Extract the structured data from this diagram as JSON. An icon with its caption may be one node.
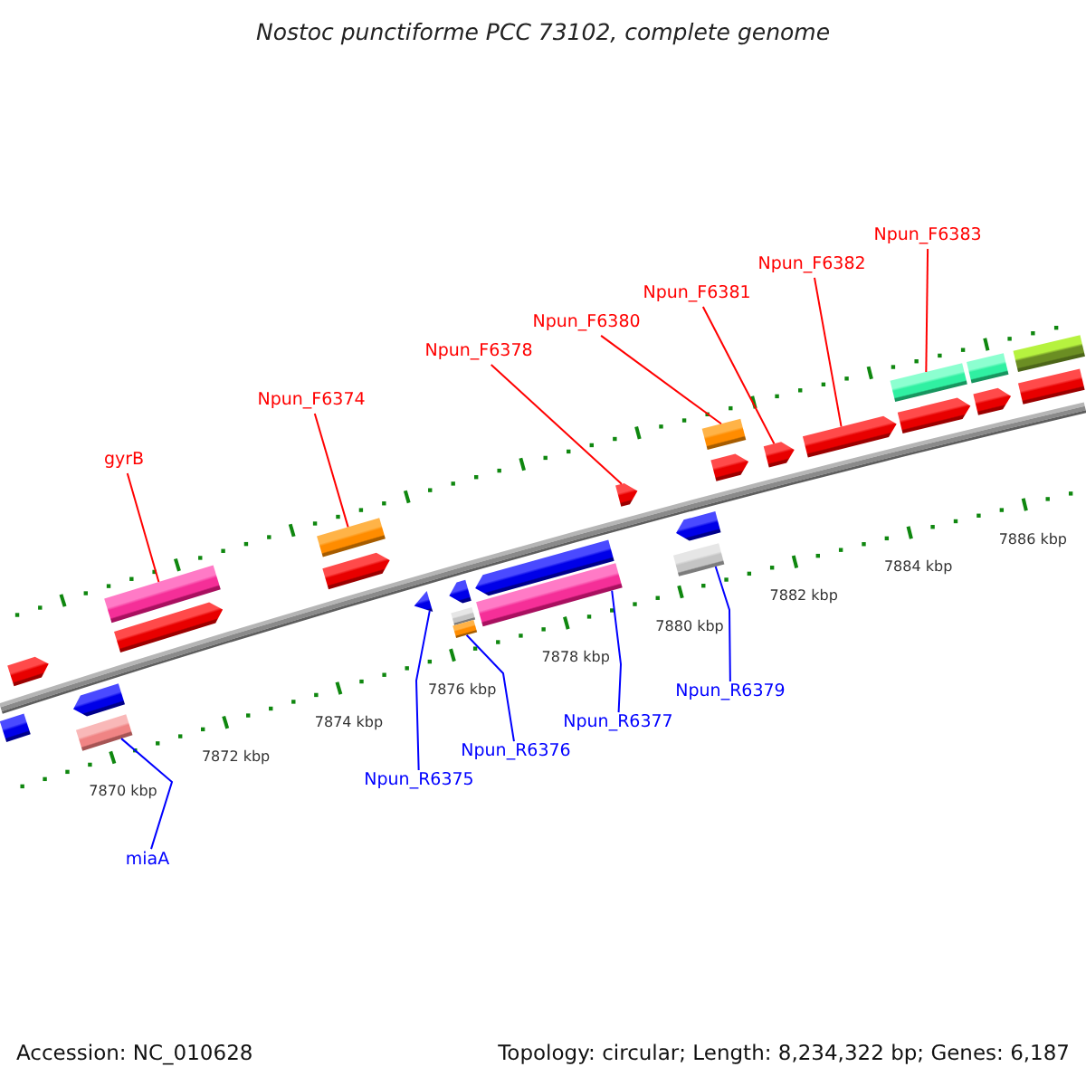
{
  "diagram": {
    "title": "Nostoc punctiforme PCC 73102, complete genome",
    "nodes": [
      {
        "text": [
          "gyrB"
        ]
      },
      {
        "text": [
          "Npun_F6374"
        ]
      },
      {
        "text": [
          "Npun_F6378"
        ]
      },
      {
        "text": [
          "Npun_F6380"
        ]
      },
      {
        "text": [
          "Npun_F6381"
        ]
      },
      {
        "text": [
          "Npun_F6382"
        ]
      },
      {
        "text": [
          "Npun_F6383"
        ]
      },
      {
        "text": [
          "miaA"
        ]
      },
      {
        "text": [
          "Npun_R6375"
        ]
      },
      {
        "text": [
          "Npun_R6376"
        ]
      },
      {
        "text": [
          "Npun_R6377"
        ]
      },
      {
        "text": [
          "Npun_R6379"
        ]
      },
      {
        "text": [],
        "shape": "box"
      },
      {
        "text": [],
        "shape": "pentagon"
      },
      {
        "text": [],
        "shape": "pentagon"
      },
      {
        "text": [],
        "shape": "box"
      },
      {
        "text": [],
        "shape": "box"
      },
      {
        "text": [],
        "shape": "pentagon"
      },
      {
        "text": [],
        "shape": "box"
      },
      {
        "text": [],
        "shape": "pentagon"
      },
      {
        "text": [],
        "shape": "triangle"
      },
      {
        "text": [],
        "shape": "pentagon"
      },
      {
        "text": [],
        "shape": "box"
      },
      {
        "text": [],
        "shape": "box"
      },
      {
        "text": [],
        "shape": "pentagon"
      },
      {
        "text": [],
        "shape": "box"
      },
      {
        "text": [],
        "shape": "pentagon"
      },
      {
        "text": [],
        "shape": "pentagon"
      },
      {
        "text": [],
        "shape": "box"
      },
      {
        "text": [],
        "shape": "box"
      },
      {
        "text": [],
        "shape": "pentagon"
      },
      {
        "text": [],
        "shape": "pentagon"
      },
      {
        "text": [],
        "shape": "pentagon"
      },
      {
        "text": [],
        "shape": "box"
      },
      {
        "text": [],
        "shape": "pentagon"
      },
      {
        "text": [],
        "shape": "box"
      },
      {
        "text": [],
        "shape": "pentagon"
      },
      {
        "text": [],
        "shape": "box"
      },
      {
        "text": [],
        "shape": "box"
      }
    ],
    "edges": [
      {
        "from": 0,
        "to": 16,
        "arrow": "none"
      },
      {
        "from": 1,
        "to": 18,
        "arrow": "none"
      },
      {
        "from": 2,
        "to": 26,
        "arrow": "none"
      },
      {
        "from": 3,
        "to": 29,
        "arrow": "none"
      },
      {
        "from": 4,
        "to": 31,
        "arrow": "none"
      },
      {
        "from": 5,
        "to": 32,
        "arrow": "none"
      },
      {
        "from": 6,
        "to": 33,
        "arrow": "none"
      },
      {
        "from": 7,
        "to": 15,
        "arrow": "none",
        "color": "#0000ff"
      },
      {
        "from": 8,
        "to": 20,
        "arrow": "none",
        "color": "#0000ff"
      },
      {
        "from": 9,
        "to": 23,
        "arrow": "none",
        "color": "#0000ff"
      },
      {
        "from": 10,
        "to": 25,
        "arrow": "none",
        "color": "#0000ff"
      },
      {
        "from": 11,
        "to": 28,
        "arrow": "none",
        "color": "#0000ff"
      }
    ],
    "labels": [
      "7870 kbp",
      "7872 kbp",
      "7874 kbp",
      "7876 kbp",
      "7878 kbp",
      "7880 kbp",
      "7882 kbp",
      "7884 kbp",
      "7886 kbp",
      "Accession: NC_010628",
      "Topology: circular; Length: 8,234,322 bp; Genes: 6,187"
    ]
  }
}
